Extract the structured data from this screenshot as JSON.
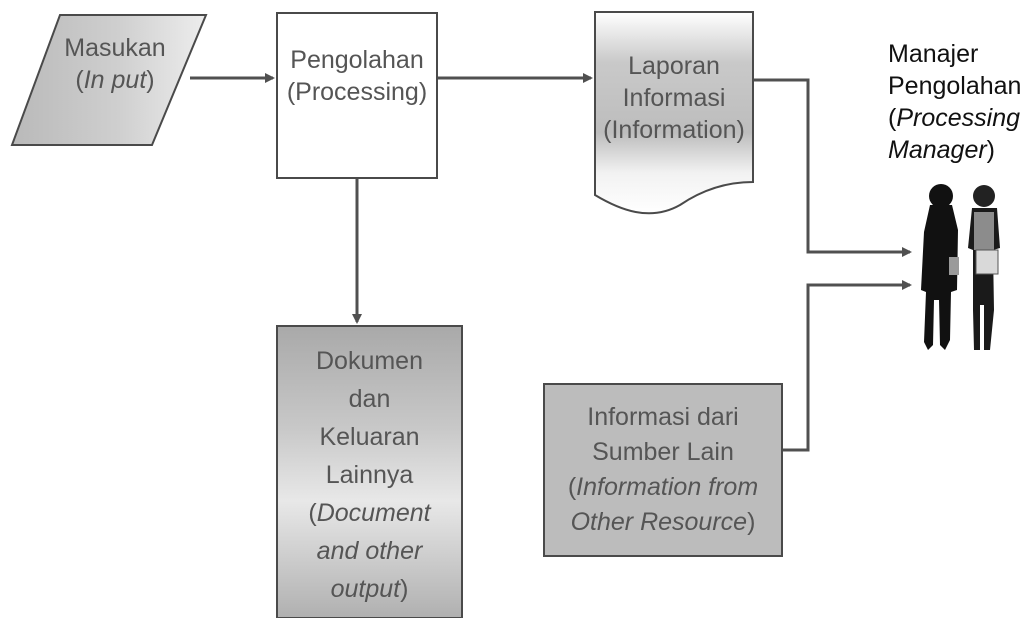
{
  "nodes": {
    "input": {
      "label": "Masukan",
      "sub_open": "(",
      "sub_italic": "In put",
      "sub_close": ")"
    },
    "processing": {
      "label": "Pengolahan",
      "sub": "(Processing)"
    },
    "report": {
      "line1": "Laporan",
      "line2": "Informasi",
      "line3": "(Information)"
    },
    "manager": {
      "line1": "Manajer",
      "line2": "Pengolahan",
      "line3_open": "(",
      "line3_italic": "Processing",
      "line4_italic": "Manager",
      "line4_close": ")"
    },
    "documents": {
      "line1": "Dokumen",
      "line2": "dan",
      "line3": "Keluaran",
      "line4": "Lainnya",
      "line5_open": "(",
      "line5_italic": "Document",
      "line6_italic": "and other",
      "line7_italic": "output",
      "line7_close": ")"
    },
    "other_info": {
      "line1": "Informasi dari",
      "line2": "Sumber Lain",
      "line3_open": "(",
      "line3_italic": "Information from",
      "line4_italic": "Other Resource",
      "line4_close": ")"
    }
  },
  "colors": {
    "box_stroke": "#4a4a4a",
    "shaded_fill": "#b5b5b5",
    "arrow": "#505050",
    "text": "#555555"
  },
  "icons": [
    "manager-figure-woman-icon",
    "manager-figure-man-icon"
  ]
}
